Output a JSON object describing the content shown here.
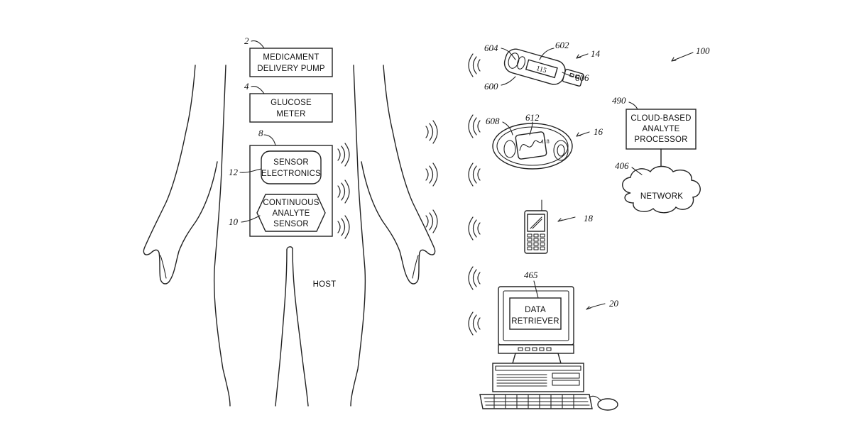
{
  "figure_ref": "100",
  "host": {
    "label": "HOST"
  },
  "components": {
    "pump": {
      "ref": "2",
      "line1": "MEDICAMENT",
      "line2": "DELIVERY PUMP"
    },
    "glucose_meter": {
      "ref": "4",
      "line1": "GLUCOSE",
      "line2": "METER"
    },
    "sensor_system": {
      "ref": "8"
    },
    "sensor_electronics": {
      "ref": "12",
      "line1": "SENSOR",
      "line2": "ELECTRONICS"
    },
    "analyte_sensor": {
      "ref": "10",
      "line1": "CONTINUOUS",
      "line2": "ANALYTE",
      "line3": "SENSOR"
    }
  },
  "devices": {
    "usb_receiver": {
      "ref": "14",
      "part_refs": [
        "604",
        "602",
        "606",
        "600"
      ],
      "screen_value": "115"
    },
    "handheld_receiver": {
      "ref": "16",
      "part_refs": [
        "608",
        "612"
      ],
      "screen_value": "118"
    },
    "phone": {
      "ref": "18"
    },
    "computer": {
      "ref": "20",
      "screen_ref": "465",
      "line1": "DATA",
      "line2": "RETRIEVER"
    }
  },
  "cloud": {
    "processor": {
      "ref": "490",
      "line1": "CLOUD-BASED",
      "line2": "ANALYTE",
      "line3": "PROCESSOR"
    },
    "network": {
      "ref": "406",
      "label": "NETWORK"
    }
  }
}
